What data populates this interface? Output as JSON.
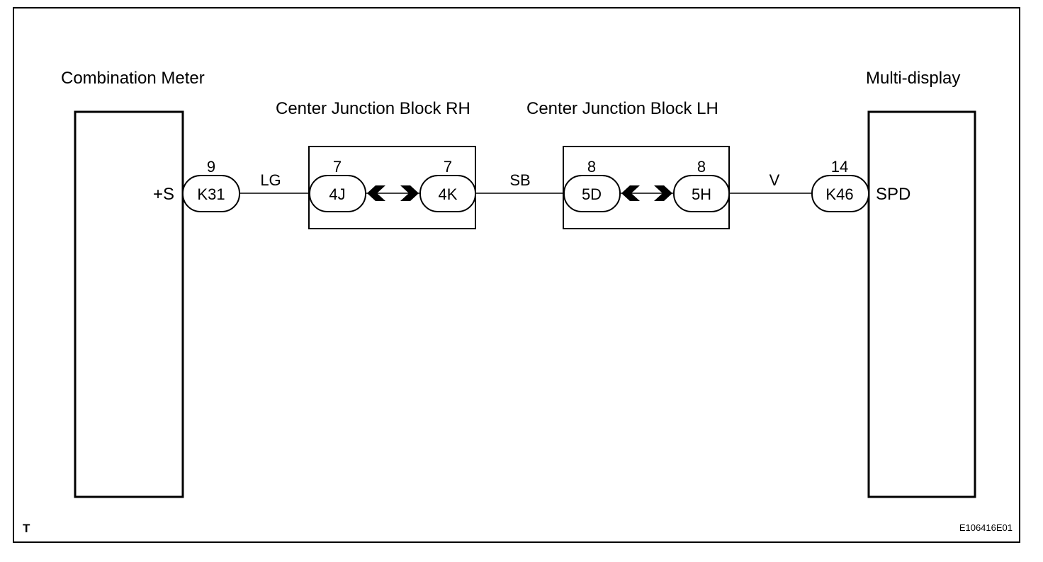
{
  "components": {
    "combination_meter": {
      "label": "Combination Meter",
      "terminal": "+S"
    },
    "multi_display": {
      "label": "Multi-display",
      "terminal": "SPD"
    },
    "junction_rh": {
      "label": "Center Junction Block RH"
    },
    "junction_lh": {
      "label": "Center Junction Block LH"
    }
  },
  "connectors": {
    "k31": {
      "name": "K31",
      "pin": "9"
    },
    "j4j": {
      "name": "4J",
      "pin": "7"
    },
    "j4k": {
      "name": "4K",
      "pin": "7"
    },
    "j5d": {
      "name": "5D",
      "pin": "8"
    },
    "j5h": {
      "name": "5H",
      "pin": "8"
    },
    "k46": {
      "name": "K46",
      "pin": "14"
    }
  },
  "wires": {
    "lg": "LG",
    "sb": "SB",
    "v": "V"
  },
  "footer": {
    "corner_mark": "T",
    "figure_code": "E106416E01"
  }
}
